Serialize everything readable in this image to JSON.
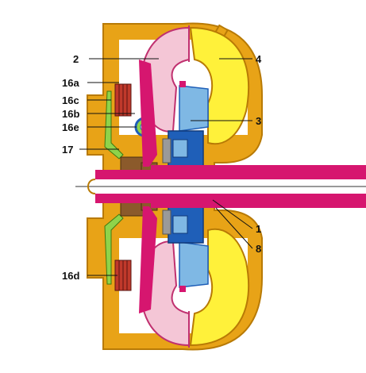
{
  "labels": {
    "l2": "2",
    "l4": "4",
    "l16a": "16a",
    "l16c": "16c",
    "l16b": "16b",
    "l16e": "16e",
    "l3": "3",
    "l17": "17",
    "l1": "1",
    "l8": "8",
    "l16d": "16d"
  },
  "colors": {
    "housing_orange": "#e8a317",
    "housing_outline": "#b87a05",
    "impeller_yellow": "#fff13a",
    "turbine_pink": "#f4c6d6",
    "turbine_outline": "#c0306f",
    "shaft_magenta": "#d6166f",
    "stator_light_blue": "#7fb8e4",
    "stator_hub_blue": "#1f5fb8",
    "clutch_green": "#8fd34a",
    "hub_brown": "#8b5a2b",
    "plates_red": "#c0392b",
    "metal_gray": "#9a9a9a"
  }
}
